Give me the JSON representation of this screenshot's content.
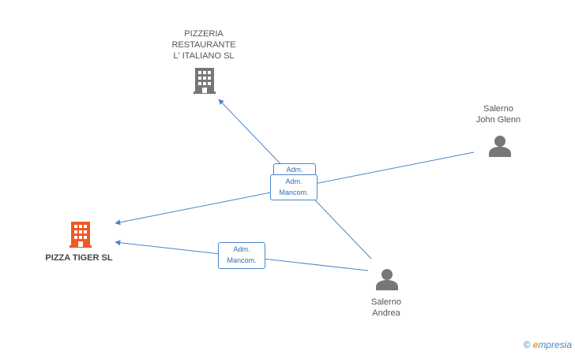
{
  "nodes": {
    "pizzeria": {
      "lines": [
        "PIZZERIA",
        "RESTAURANTE",
        "L' ITALIANO SL"
      ],
      "icon": "building-icon",
      "color": "#777777"
    },
    "pizza_tiger": {
      "lines": [
        "PIZZA TIGER SL"
      ],
      "icon": "building-icon",
      "color": "#ee5a24"
    },
    "john_glenn": {
      "lines": [
        "Salerno",
        "John Glenn"
      ],
      "icon": "person-icon",
      "color": "#777777"
    },
    "andrea": {
      "lines": [
        "Salerno",
        "Andrea"
      ],
      "icon": "person-icon",
      "color": "#777777"
    }
  },
  "edges": {
    "andrea_pizzeria": {
      "lines": [
        "Adm."
      ]
    },
    "john_tiger": {
      "lines": [
        "Adm.",
        "Mancom."
      ]
    },
    "andrea_tiger": {
      "lines": [
        "Adm.",
        "Mancom."
      ]
    }
  },
  "colors": {
    "edge": "#4a86c8",
    "accent": "#ee5a24",
    "neutral": "#777777"
  },
  "footer": {
    "copyright": "©",
    "brand_e": "e",
    "brand_rest": "mpresia"
  }
}
